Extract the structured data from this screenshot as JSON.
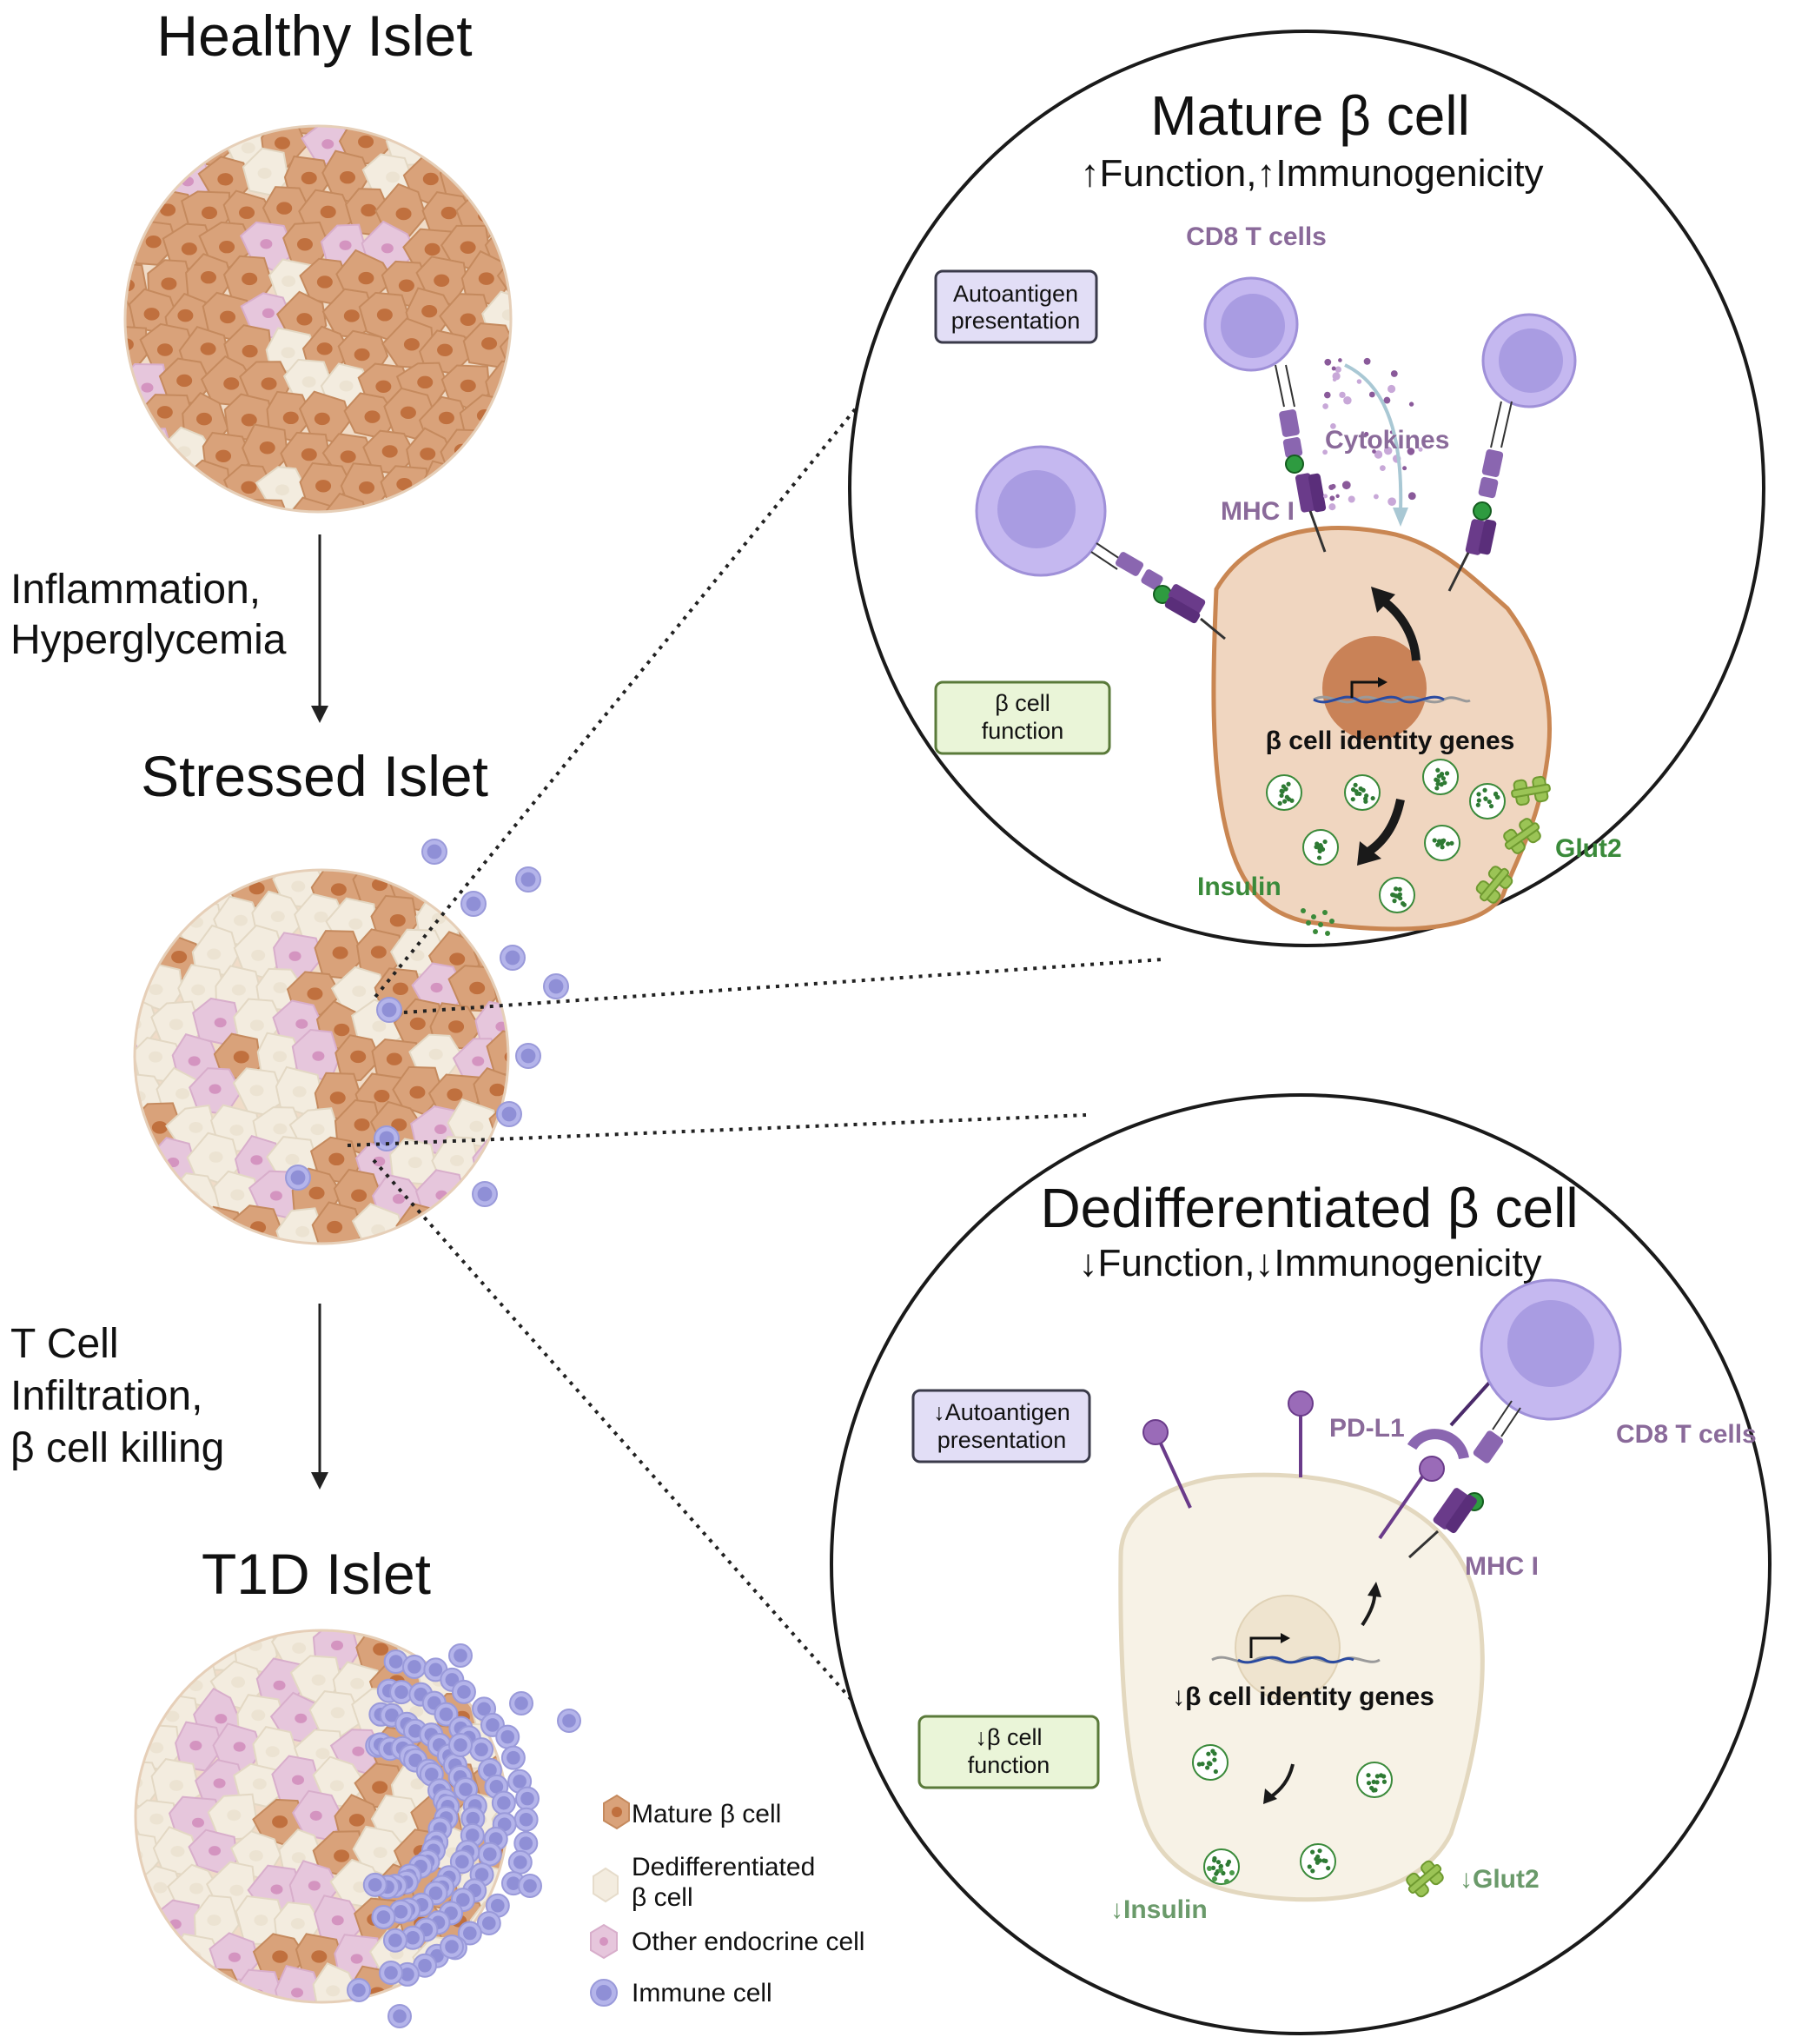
{
  "left": {
    "healthy_title": "Healthy Islet",
    "arrow1_line1": "Inflammation,",
    "arrow1_line2": "Hyperglycemia",
    "stressed_title": "Stressed Islet",
    "arrow2_line1": "T Cell",
    "arrow2_line2": "Infiltration,",
    "arrow2_line3": "β cell killing",
    "t1d_title": "T1D Islet"
  },
  "mature": {
    "title": "Mature β cell",
    "subtitle": "↑Function,↑Immunogenicity",
    "cd8": "CD8 T cells",
    "autoantigen_line1": "Autoantigen",
    "autoantigen_line2": "presentation",
    "cytokines": "Cytokines",
    "mhc": "MHC I",
    "function_line1": "β cell",
    "function_line2": "function",
    "genes": "β cell identity genes",
    "glut2": "Glut2",
    "insulin": "Insulin"
  },
  "dediff": {
    "title": "Dedifferentiated β cell",
    "subtitle": "↓Function,↓Immunogenicity",
    "autoantigen_line1": "↓Autoantigen",
    "autoantigen_line2": "presentation",
    "pdl1": "PD-L1",
    "cd8": "CD8 T cells",
    "mhc": "MHC I",
    "genes": "↓β cell identity genes",
    "function_line1": "↓β cell",
    "function_line2": "function",
    "insulin": "↓Insulin",
    "glut2": "↓Glut2"
  },
  "legend": {
    "mature": "Mature β cell",
    "dediff_line1": "Dedifferentiated",
    "dediff_line2": "β cell",
    "endocrine": "Other endocrine cell",
    "immune": "Immune cell"
  },
  "colors": {
    "mature_cell": "#d9a27a",
    "mature_nucleus": "#c0703e",
    "dediff_cell": "#f3ecdf",
    "endocrine_cell": "#e6c6dc",
    "immune_cell": "#9f9fdd",
    "tcell": "#c2b6ee",
    "purple": "#8a6a9a",
    "green": "#3a8a3a"
  }
}
